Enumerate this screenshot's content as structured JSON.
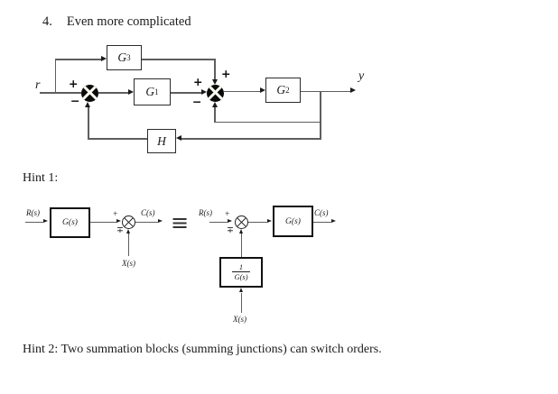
{
  "title": {
    "number": "4.",
    "text": "Even more complicated"
  },
  "main_diagram": {
    "input_label": "r",
    "output_label": "y",
    "block_g3": {
      "main": "G",
      "sub": "3"
    },
    "block_g1": {
      "main": "G",
      "sub": "1"
    },
    "block_g2": {
      "main": "G",
      "sub": "2"
    },
    "block_h": {
      "main": "H",
      "sub": ""
    },
    "sum1": {
      "left_sign": "+",
      "bottom_sign": "−"
    },
    "sum2": {
      "left_sign": "+",
      "top_sign": "+",
      "bottom_sign": "−"
    }
  },
  "hint1": {
    "label": "Hint 1:",
    "equiv_symbol": "≡",
    "left_diagram": {
      "input_label": "R(s)",
      "block_label": "G(s)",
      "output_label": "C(s)",
      "bottom_input_label": "X(s)",
      "sum_left_sign": "+",
      "sum_bottom_sign": "∓"
    },
    "right_diagram": {
      "input_label": "R(s)",
      "block_label": "G(s)",
      "output_label": "C(s)",
      "bottom_input_label": "X(s)",
      "sum_left_sign": "+",
      "sum_bottom_sign": "∓",
      "inverse_block": {
        "numerator": "1",
        "denominator": "G(s)"
      }
    }
  },
  "hint2": {
    "text": "Hint 2: Two summation blocks (summing junctions) can switch orders."
  },
  "colors": {
    "line": "#5e5e5e",
    "ink": "#1b1b1b",
    "background": "#ffffff"
  }
}
